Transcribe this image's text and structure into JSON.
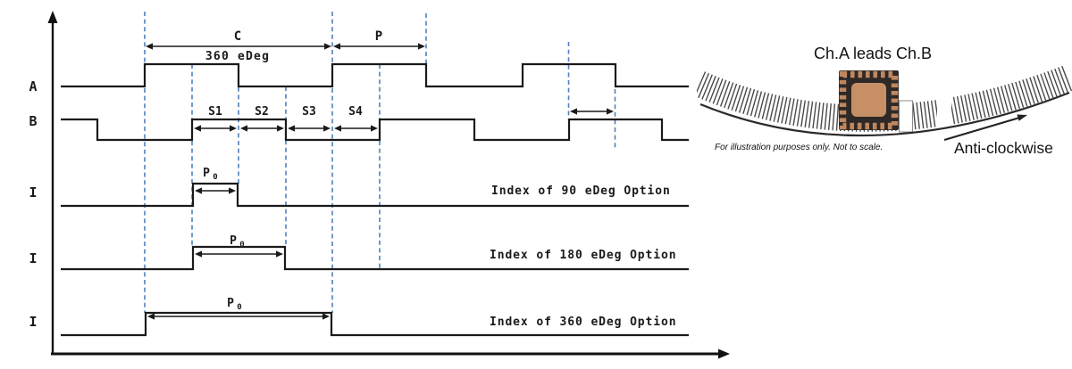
{
  "diagram": {
    "signal_labels": [
      "A",
      "B",
      "I",
      "I",
      "I"
    ],
    "c_label": "C",
    "p_label": "P",
    "deg_label": "360 eDeg",
    "s_labels": [
      "S1",
      "S2",
      "S3",
      "S4"
    ],
    "p0_main": "P",
    "p0_sub": "0",
    "index_labels": {
      "deg90": "Index of 90 eDeg Option",
      "deg180": "Index of 180 eDeg Option",
      "deg360": "Index of 360 eDeg Option"
    },
    "colors": {
      "line": "#1a1a1a",
      "dashed_guide": "#4f81bd"
    }
  },
  "illustration": {
    "title": "Ch.A leads Ch.B",
    "note": "For illustration purposes only. Not to scale.",
    "direction_label": "Anti-clockwise",
    "colors": {
      "chip_body": "#2e2926",
      "chip_pad": "#c0875f",
      "chip_center": "#c68f66",
      "scale_teeth": "#4a4a4a"
    }
  }
}
